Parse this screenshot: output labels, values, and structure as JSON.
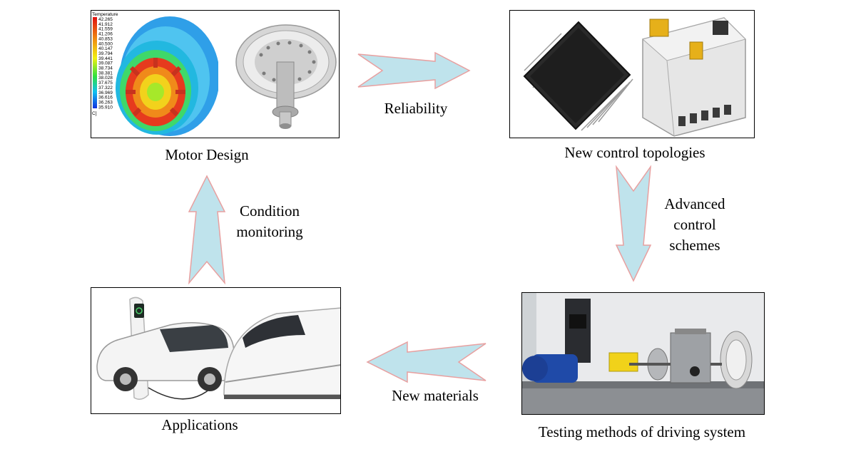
{
  "panels": {
    "motor_design": {
      "caption": "Motor Design",
      "legend_title": "Temperature",
      "legend_unit": "C]",
      "legend_values": [
        "42.265",
        "41.912",
        "41.559",
        "41.206",
        "40.853",
        "40.500",
        "40.147",
        "39.794",
        "39.441",
        "39.087",
        "38.734",
        "38.381",
        "38.028",
        "37.675",
        "37.322",
        "36.969",
        "36.616",
        "36.263",
        "35.910"
      ]
    },
    "control_topologies": {
      "caption": "New control topologies"
    },
    "testing": {
      "caption": "Testing methods of driving system"
    },
    "applications": {
      "caption": "Applications"
    }
  },
  "arrows": {
    "top": {
      "label": "Reliability",
      "direction": "right"
    },
    "right": {
      "label_lines": [
        "Advanced",
        "control",
        "schemes"
      ],
      "direction": "down"
    },
    "bottom": {
      "label": "New materials",
      "direction": "left"
    },
    "left": {
      "label_lines": [
        "Condition",
        "monitoring"
      ],
      "direction": "up"
    }
  },
  "colors": {
    "arrow_fill": "#bfe3ec",
    "arrow_stroke": "#e8a0a0"
  },
  "icons": [
    "thermal-motor-icon",
    "motor-rotor-icon",
    "microchip-icon",
    "controller-box-icon",
    "test-bench-icon",
    "ev-charger-icon",
    "electric-car-icon",
    "bullet-train-icon"
  ]
}
